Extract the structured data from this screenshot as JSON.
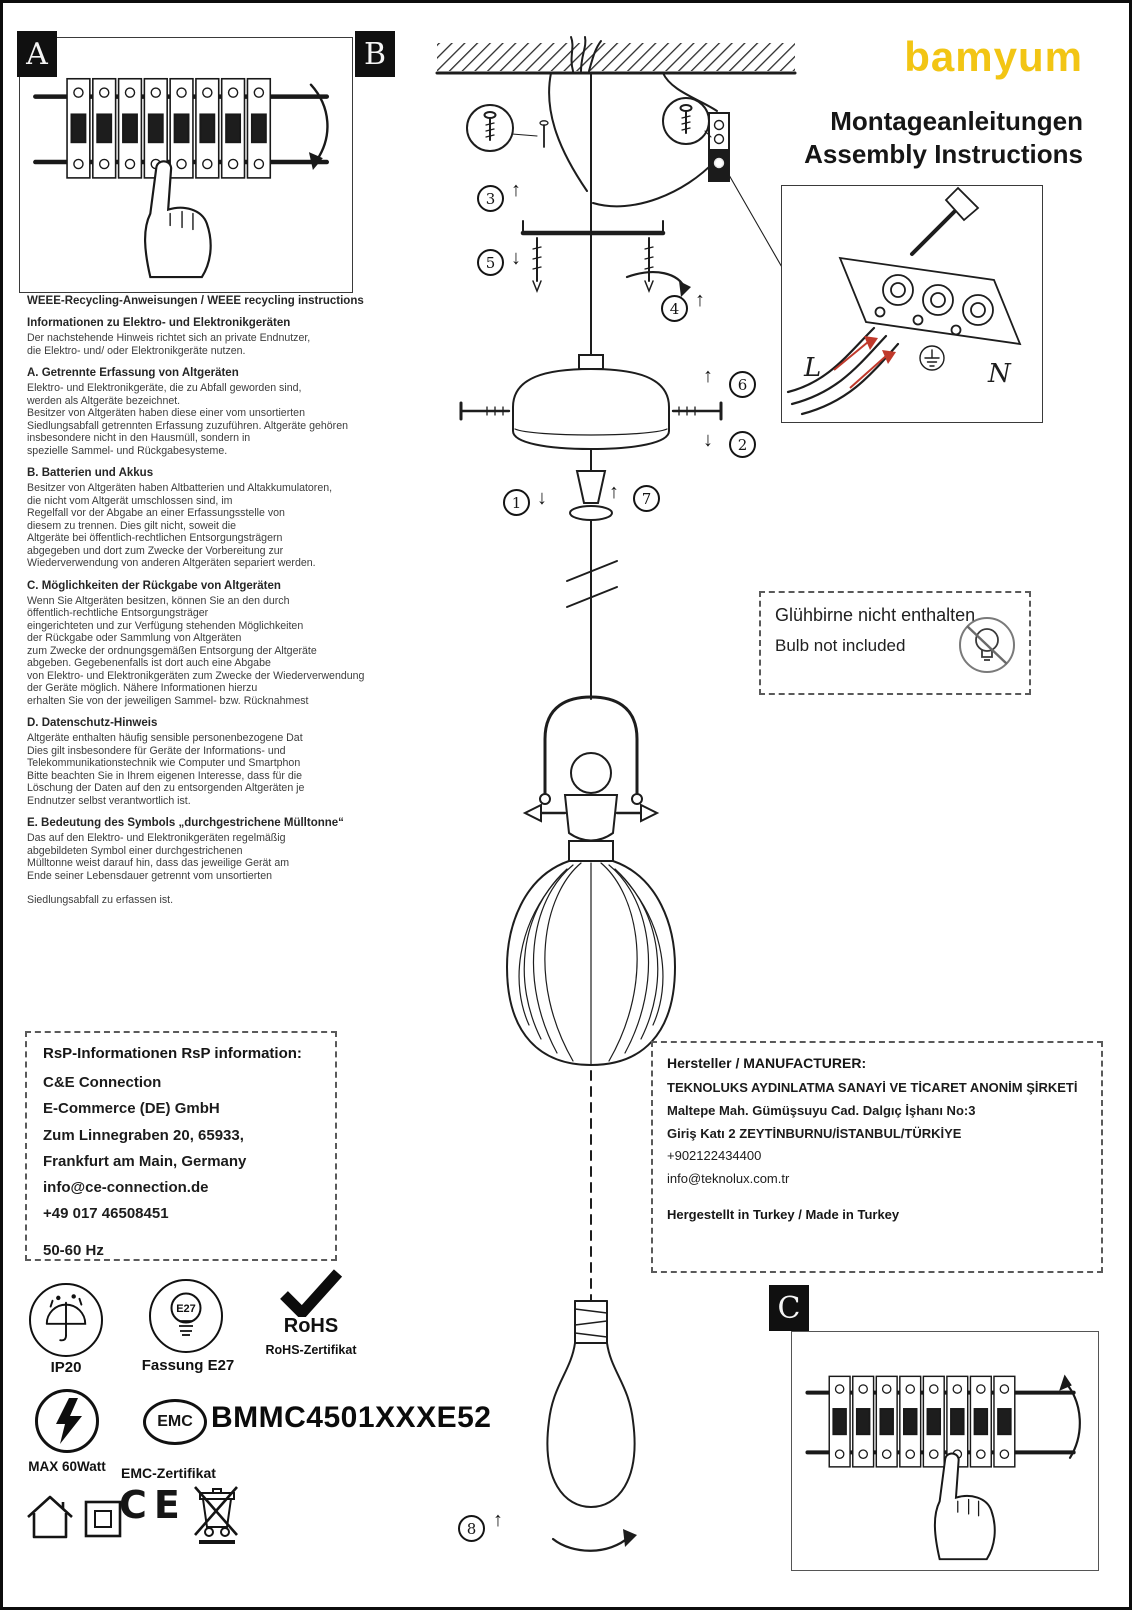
{
  "page": {
    "brand": "bamyum",
    "brand_color": "#f2c514",
    "heading_de": "Montageanleitungen",
    "heading_en": "Assembly Instructions"
  },
  "panel_labels": {
    "a": "A",
    "b": "B",
    "c": "C"
  },
  "arrows": {
    "up": "↑",
    "down": "↓"
  },
  "steps": {
    "s1": "1",
    "s2": "2",
    "s3": "3",
    "s4": "4",
    "s5": "5",
    "s6": "6",
    "s7": "7",
    "s8": "8"
  },
  "terminal": {
    "l": "L",
    "n": "N"
  },
  "weee": {
    "heading": "WEEE-Recycling-Anweisungen / WEEE recycling instructions",
    "subheading": "Informationen zu Elektro- und Elektronikgeräten",
    "intro": "Der nachstehende Hinweis richtet sich an private Endnutzer,\n die Elektro- und/ oder Elektronikgeräte nutzen.",
    "sections": [
      {
        "title": "A. Getrennte Erfassung von Altgeräten",
        "body": "Elektro- und Elektronikgeräte, die zu Abfall geworden sind,\nwerden als Altgeräte bezeichnet.\nBesitzer von Altgeräten haben diese einer vom unsortierten\nSiedlungsabfall getrennten Erfassung zuzuführen. Altgeräte gehören\ninsbesondere nicht in den Hausmüll, sondern in\nspezielle Sammel- und Rückgabesysteme."
      },
      {
        "title": "B. Batterien und Akkus",
        "body": "Besitzer von Altgeräten haben Altbatterien und Altakkumulatoren,\n die nicht vom Altgerät umschlossen sind, im\nRegelfall vor der Abgabe an einer Erfassungsstelle von\ndiesem zu trennen. Dies gilt nicht, soweit die\nAltgeräte bei öffentlich-rechtlichen Entsorgungsträgern\nabgegeben und dort zum Zwecke der Vorbereitung zur\nWiederverwendung von anderen Altgeräten separiert werden."
      },
      {
        "title": "C. Möglichkeiten der Rückgabe von Altgeräten",
        "body": "Wenn Sie Altgeräten besitzen, können Sie an den durch\nöffentlich-rechtliche Entsorgungsträger\neingerichteten und zur Verfügung stehenden Möglichkeiten\nder Rückgabe oder Sammlung von Altgeräten\n zum Zwecke der ordnungsgemäßen Entsorgung der Altgeräte\nabgeben. Gegebenenfalls ist dort auch eine Abgabe\n von Elektro- und Elektronikgeräten zum Zwecke der Wiederverwendung\nder Geräte möglich. Nähere Informationen hierzu\nerhalten Sie von der jeweiligen Sammel- bzw. Rücknahmest"
      },
      {
        "title": "D. Datenschutz-Hinweis",
        "body": "Altgeräte enthalten häufig sensible personenbezogene Dat\nDies gilt insbesondere für Geräte der Informations- und\nTelekommunikationstechnik wie Computer und Smartphon\n Bitte beachten Sie in Ihrem eigenen Interesse, dass für die\nLöschung der Daten auf den zu entsorgenden Altgeräten je\nEndnutzer selbst verantwortlich ist."
      },
      {
        "title": "E. Bedeutung des Symbols „durchgestrichene Mülltonne“",
        "body": "Das auf den Elektro- und Elektronikgeräten regelmäßig\nabgebildeten Symbol einer durchgestrichenen\nMülltonne weist darauf hin, dass das jeweilige Gerät am\nEnde seiner Lebensdauer getrennt vom unsortierten"
      }
    ],
    "footer": "Siedlungsabfall zu erfassen ist."
  },
  "bulb_notice": {
    "line_de": "Glühbirne nicht enthalten",
    "line_en": "Bulb not included"
  },
  "rsp": {
    "heading": "RsP-Informationen RsP information:",
    "lines": [
      "C&E Connection",
      "E-Commerce (DE) GmbH",
      "Zum Linnegraben 20, 65933,",
      "Frankfurt am Main, Germany",
      "info@ce-connection.de",
      "+49 017 46508451",
      "50-60 Hz"
    ]
  },
  "manufacturer": {
    "heading": "Hersteller / MANUFACTURER:",
    "lines": [
      "TEKNOLUKS AYDINLATMA SANAYİ VE TİCARET ANONİM ŞİRKETİ",
      "Maltepe Mah. Gümüşsuyu Cad. Dalgıç İşhanı No:3",
      "Giriş Katı 2 ZEYTİNBURNU/İSTANBUL/TÜRKİYE",
      "+902122434400",
      "info@teknolux.com.tr"
    ],
    "made_in": "Hergestellt in Turkey / Made in Turkey"
  },
  "certs": {
    "ip_rating": "IP20",
    "socket_code": "E27",
    "socket_label": "Fassung E27",
    "rohs": "RoHS",
    "rohs_cert": "RoHS-Zertifikat",
    "max_watt": "MAX 60Watt",
    "emc": "EMC",
    "model": "BMMC4501XXXE52",
    "emc_cert": "EMC-Zertifikat",
    "ce": "CE"
  }
}
